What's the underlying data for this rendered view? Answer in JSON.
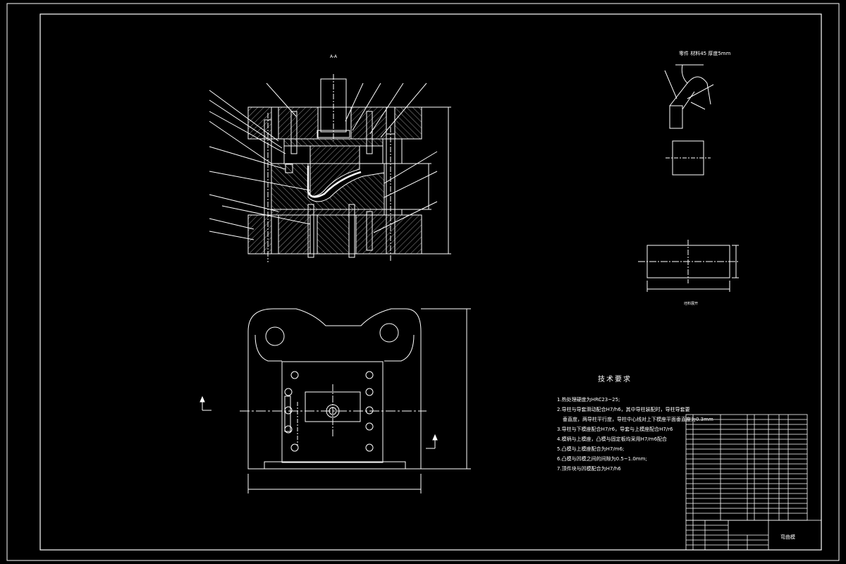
{
  "drawing": {
    "section_label": "A-A",
    "part_header": "零件 材料45 厚度5mm",
    "blank_label": "坯料展开",
    "title_block_name": "弯曲模"
  },
  "tech_requirements": {
    "title": "技术要求",
    "lines": [
      "1.热处理硬度为HRC23~25;",
      "2.导柱与导套滑动配合H7/h6，其中导柱装配时，导柱导套要",
      "垂直度，两导柱平行度，导柱中心线对上下模座平面垂直度为0.3mm",
      "3.导柱与下模座配合H7/r6，导套与上模座配合H7/r6",
      "4.模柄与上模座，凸模与固定板均采用H7/m6配合",
      "5.凸模与上模座配合为H7/m6;",
      "6.凸模与凹模之间的间隙为0.5~1.0mm;",
      "7.顶件块与凹模配合为H7/h6"
    ]
  },
  "colors": {
    "background": "#000000",
    "line": "#ffffff",
    "hatch": "#ffffff",
    "centerline": "#ffffff"
  }
}
